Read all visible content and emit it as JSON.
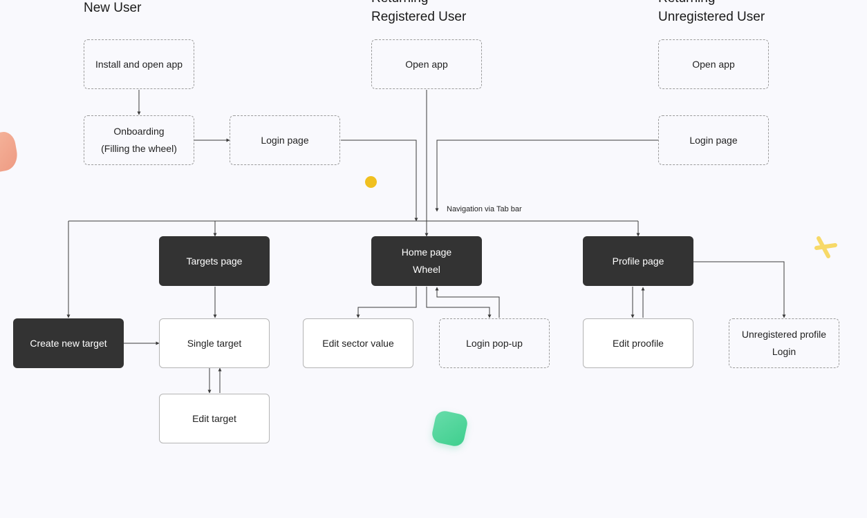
{
  "headers": {
    "new_user": "New User",
    "returning_registered_1": "Returning",
    "returning_registered_2": "Registered User",
    "returning_unregistered_1": "Returning",
    "returning_unregistered_2": "Unregistered User"
  },
  "nodes": {
    "install_open_app": "Install and open app",
    "onboarding_line1": "Onboarding",
    "onboarding_line2": "(Filling the wheel)",
    "login_page_new": "Login page",
    "open_app_registered": "Open app",
    "open_app_unregistered": "Open app",
    "login_page_unregistered": "Login page",
    "targets_page": "Targets page",
    "home_page_line1": "Home page",
    "home_page_line2": "Wheel",
    "profile_page": "Profile page",
    "create_new_target": "Create new target",
    "single_target": "Single target",
    "edit_target": "Edit target",
    "edit_sector_value": "Edit sector value",
    "login_popup": "Login pop-up",
    "edit_profile": "Edit proofile",
    "unregistered_profile_line1": "Unregistered profile",
    "unregistered_profile_line2": "Login"
  },
  "annotations": {
    "navigation_via_tab_bar": "Navigation via Tab bar"
  },
  "colors": {
    "background": "#f9f9fd",
    "dark_node": "#333333",
    "connector": "#3a3a3a",
    "deco_salmon": "#f2a98e",
    "deco_yellow_dot": "#f0c020",
    "deco_yellow_cross": "#f7d968",
    "deco_green": "#4fd49a"
  }
}
